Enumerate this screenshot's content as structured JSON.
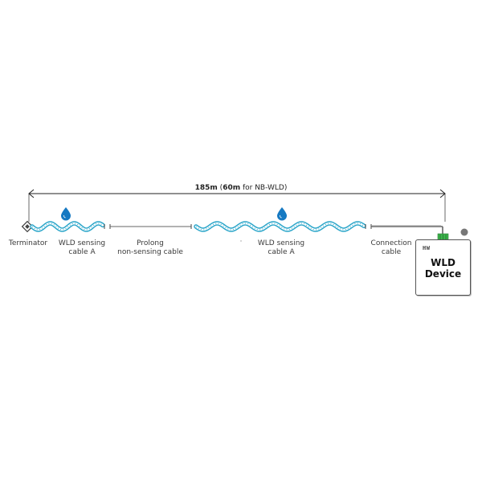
{
  "dimension": {
    "length_main": "185m",
    "length_alt_open": " (",
    "length_alt": "60m",
    "length_alt_suffix": " for NB-WLD)"
  },
  "labels": {
    "terminator": "Terminator",
    "wld_cable_a_1": [
      "WLD sensing",
      "cable A"
    ],
    "prolong": [
      "Prolong",
      "non-sensing cable"
    ],
    "wld_cable_a_2": [
      "WLD sensing",
      "cable A"
    ],
    "connection": [
      "Connection",
      "cable"
    ]
  },
  "device": {
    "logo": "HW",
    "title_line1": "WLD",
    "title_line2": "Device"
  },
  "colors": {
    "sensing_cable": "#2aa5c9",
    "water_drop": "#1679c2",
    "connector": "#3bb54a",
    "wire": "#666666"
  }
}
